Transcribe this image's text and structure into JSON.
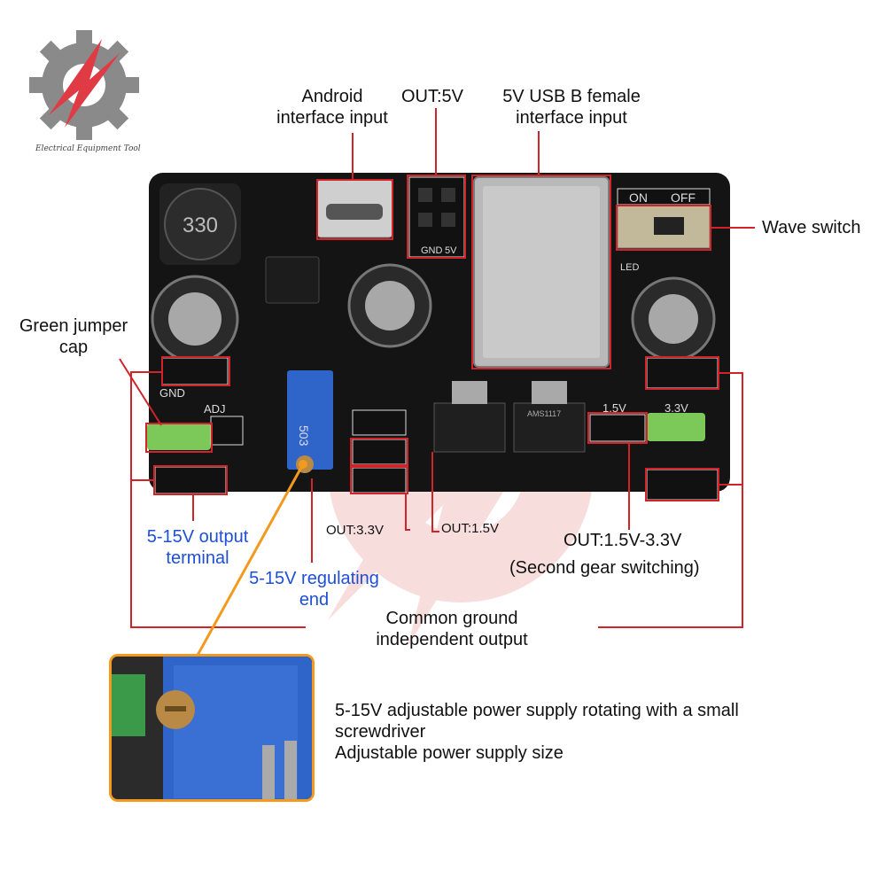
{
  "logo": {
    "brand_text": "Electrical Equipment Tool"
  },
  "labels": {
    "android_input": [
      "Android",
      "interface input"
    ],
    "out_5v": "OUT:5V",
    "usb_input": [
      "5V USB B female",
      "interface input"
    ],
    "wave_switch": "Wave switch",
    "green_jumper": [
      "Green jumper",
      "cap"
    ],
    "output_terminal": [
      "5-15V output",
      "terminal"
    ],
    "regulating_end": [
      "5-15V regulating",
      "end"
    ],
    "out_33": "OUT:3.3V",
    "out_15": "OUT:1.5V",
    "out_15_33": "OUT:1.5V-3.3V",
    "second_gear": "(Second gear switching)",
    "common_ground": [
      "Common ground",
      "independent output"
    ],
    "description": [
      "5-15V adjustable power supply rotating with a small",
      "screwdriver",
      "Adjustable power supply size"
    ]
  },
  "board_markings": {
    "on": "ON",
    "off": "OFF",
    "inductor": "330",
    "gnd": "GND",
    "five_v": "5V",
    "adj": "ADJ",
    "v15": "1.5V",
    "v33": "3.3V",
    "pot": "503",
    "led": "LED",
    "ams": "AMS1117"
  },
  "colors": {
    "callout_line": "#d0232a",
    "label_text": "#111111",
    "blue_label": "#1e4fd6",
    "pointer_orange": "#f39a1e",
    "pcb": "#141414",
    "jumper_green": "#7cc95a",
    "pot_blue": "#2f64c8"
  }
}
